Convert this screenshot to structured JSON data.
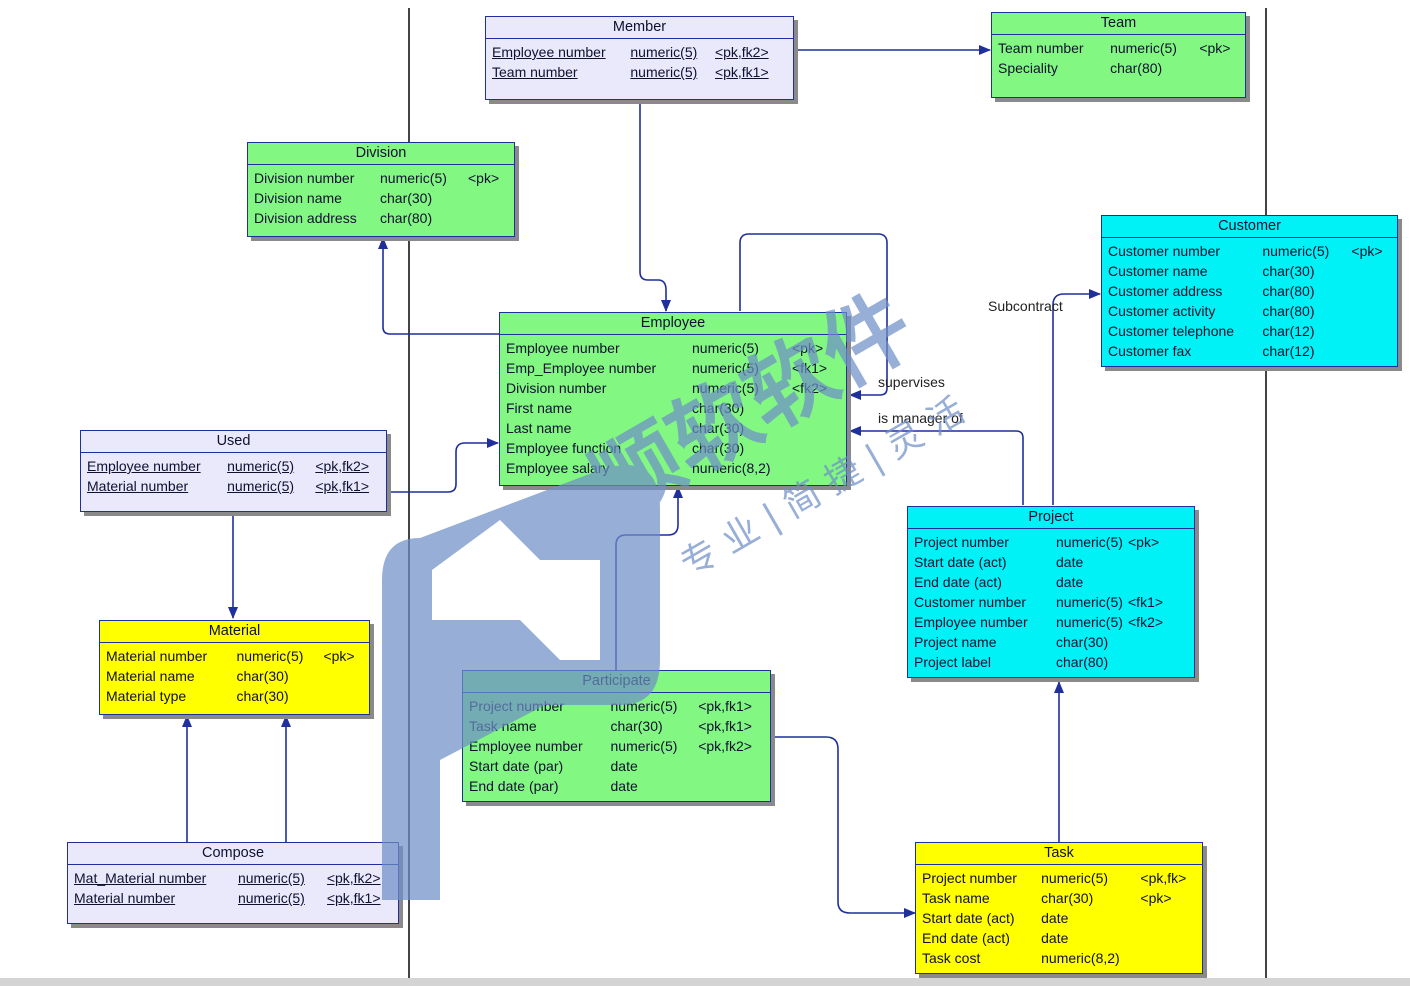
{
  "entities": {
    "member": {
      "title": "Member",
      "rows": [
        [
          "Employee number",
          "numeric(5)",
          "<pk,fk2>"
        ],
        [
          "Team number",
          "numeric(5)",
          "<pk,fk1>"
        ]
      ]
    },
    "team": {
      "title": "Team",
      "rows": [
        [
          "Team number",
          "numeric(5)",
          "<pk>"
        ],
        [
          "Speciality",
          "char(80)",
          ""
        ]
      ]
    },
    "division": {
      "title": "Division",
      "rows": [
        [
          "Division number",
          "numeric(5)",
          "<pk>"
        ],
        [
          "Division name",
          "char(30)",
          ""
        ],
        [
          "Division address",
          "char(80)",
          ""
        ]
      ]
    },
    "customer": {
      "title": "Customer",
      "rows": [
        [
          "Customer number",
          "numeric(5)",
          "<pk>"
        ],
        [
          "Customer name",
          "char(30)",
          ""
        ],
        [
          "Customer address",
          "char(80)",
          ""
        ],
        [
          "Customer activity",
          "char(80)",
          ""
        ],
        [
          "Customer telephone",
          "char(12)",
          ""
        ],
        [
          "Customer fax",
          "char(12)",
          ""
        ]
      ]
    },
    "employee": {
      "title": "Employee",
      "rows": [
        [
          "Employee number",
          "numeric(5)",
          "<pk>"
        ],
        [
          "Emp_Employee number",
          "numeric(5)",
          "<fk1>"
        ],
        [
          "Division number",
          "numeric(5)",
          "<fk2>"
        ],
        [
          "First name",
          "char(30)",
          ""
        ],
        [
          "Last name",
          "char(30)",
          ""
        ],
        [
          "Employee function",
          "char(30)",
          ""
        ],
        [
          "Employee salary",
          "numeric(8,2)",
          ""
        ]
      ]
    },
    "used": {
      "title": "Used",
      "rows": [
        [
          "Employee number",
          "numeric(5)",
          "<pk,fk2>"
        ],
        [
          "Material number",
          "numeric(5)",
          "<pk,fk1>"
        ]
      ]
    },
    "material": {
      "title": "Material",
      "rows": [
        [
          "Material number",
          "numeric(5)",
          "<pk>"
        ],
        [
          "Material name",
          "char(30)",
          ""
        ],
        [
          "Material type",
          "char(30)",
          ""
        ]
      ]
    },
    "project": {
      "title": "Project",
      "rows": [
        [
          "Project number",
          "numeric(5)",
          "<pk>"
        ],
        [
          "Start date (act)",
          "date",
          ""
        ],
        [
          "End date (act)",
          "date",
          ""
        ],
        [
          "Customer number",
          "numeric(5)",
          "<fk1>"
        ],
        [
          "Employee number",
          "numeric(5)",
          "<fk2>"
        ],
        [
          "Project name",
          "char(30)",
          ""
        ],
        [
          "Project label",
          "char(80)",
          ""
        ]
      ]
    },
    "participate": {
      "title": "Participate",
      "rows": [
        [
          "Project number",
          "numeric(5)",
          "<pk,fk1>"
        ],
        [
          "Task name",
          "char(30)",
          "<pk,fk1>"
        ],
        [
          "Employee number",
          "numeric(5)",
          "<pk,fk2>"
        ],
        [
          "Start date (par)",
          "date",
          ""
        ],
        [
          "End date (par)",
          "date",
          ""
        ]
      ]
    },
    "compose": {
      "title": "Compose",
      "rows": [
        [
          "Mat_Material number",
          "numeric(5)",
          "<pk,fk2>"
        ],
        [
          "Material number",
          "numeric(5)",
          "<pk,fk1>"
        ]
      ]
    },
    "task": {
      "title": "Task",
      "rows": [
        [
          "Project number",
          "numeric(5)",
          "<pk,fk>"
        ],
        [
          "Task name",
          "char(30)",
          "<pk>"
        ],
        [
          "Start date (act)",
          "date",
          ""
        ],
        [
          "End date (act)",
          "date",
          ""
        ],
        [
          "Task cost",
          "numeric(8,2)",
          ""
        ]
      ]
    }
  },
  "relations": {
    "subcontract": "Subcontract",
    "supervises": "supervises",
    "manager": "is manager of"
  },
  "watermark": {
    "brand": "顺软软件",
    "slogan": "专 业 | 简 捷 | 灵 活"
  },
  "colors": {
    "entity_green": "#82f782",
    "entity_cyan": "#00f2f6",
    "entity_yellow": "#ffff00",
    "association_lavender": "#e9e9fb",
    "border_blue": "#1f2f9c",
    "watermark_blue": "#6f8fc8"
  }
}
